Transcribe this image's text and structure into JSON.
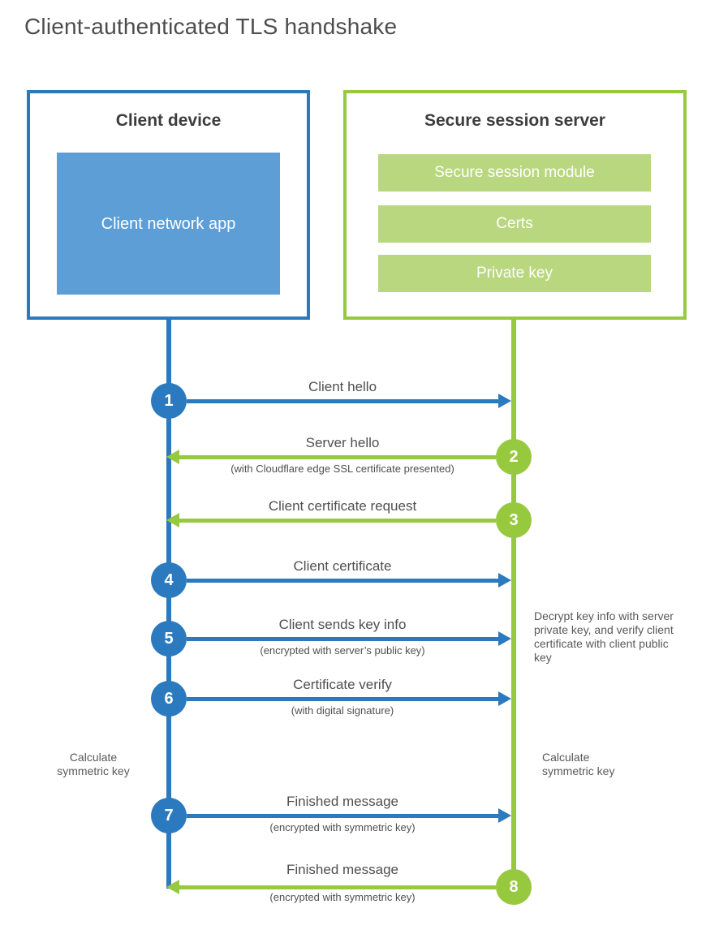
{
  "title": "Client-authenticated TLS handshake",
  "client": {
    "title": "Client device",
    "app": "Client network app"
  },
  "server": {
    "title": "Secure session server",
    "modules": [
      "Secure session module",
      "Certs",
      "Private key"
    ]
  },
  "steps": [
    {
      "n": "1",
      "label": "Client hello",
      "sub": "",
      "from": "client",
      "to": "server"
    },
    {
      "n": "2",
      "label": "Server hello",
      "sub": "(with Cloudflare edge SSL certificate presented)",
      "from": "server",
      "to": "client"
    },
    {
      "n": "3",
      "label": "Client certificate request",
      "sub": "",
      "from": "server",
      "to": "client"
    },
    {
      "n": "4",
      "label": "Client certificate",
      "sub": "",
      "from": "client",
      "to": "server"
    },
    {
      "n": "5",
      "label": "Client sends key info",
      "sub": "(encrypted with server’s public key)",
      "from": "client",
      "to": "server"
    },
    {
      "n": "6",
      "label": "Certificate verify",
      "sub": "(with digital signature)",
      "from": "client",
      "to": "server"
    },
    {
      "n": "7",
      "label": "Finished message",
      "sub": "(encrypted with symmetric key)",
      "from": "client",
      "to": "server"
    },
    {
      "n": "8",
      "label": "Finished message",
      "sub": "(encrypted with symmetric key)",
      "from": "server",
      "to": "client"
    }
  ],
  "notes": {
    "decrypt": "Decrypt key info with server private key, and verify client certificate with client public key",
    "calc_left": "Calculate symmetric key",
    "calc_right": "Calculate symmetric key"
  },
  "colors": {
    "blue": "#2b7abf",
    "blue_fill": "#5d9ed7",
    "green": "#97c93f",
    "green_fill": "#b9d77e"
  }
}
